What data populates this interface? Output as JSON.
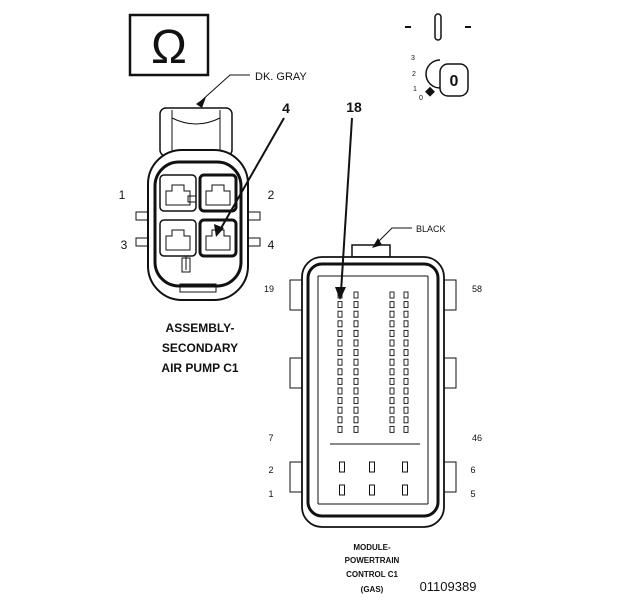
{
  "connector_a": {
    "color_label": "DK. GRAY",
    "caption_lines": [
      "ASSEMBLY-",
      "SECONDARY",
      "AIR PUMP C1"
    ],
    "pin_labels": [
      "1",
      "2",
      "3",
      "4"
    ],
    "callout": "4",
    "terminal_symbol": "Ω"
  },
  "connector_b": {
    "color_label": "BLACK",
    "caption_lines": [
      "MODULE-",
      "POWERTRAIN",
      "CONTROL C1",
      "(GAS)"
    ],
    "callout": "18",
    "left_pins": [
      "19",
      "7",
      "2",
      "1"
    ],
    "right_pins": [
      "58",
      "46",
      "6",
      "5"
    ]
  },
  "key_symbol": {
    "positions": [
      "3",
      "2",
      "1",
      "0"
    ],
    "key_letter": "0"
  },
  "figure_id": "01109389"
}
